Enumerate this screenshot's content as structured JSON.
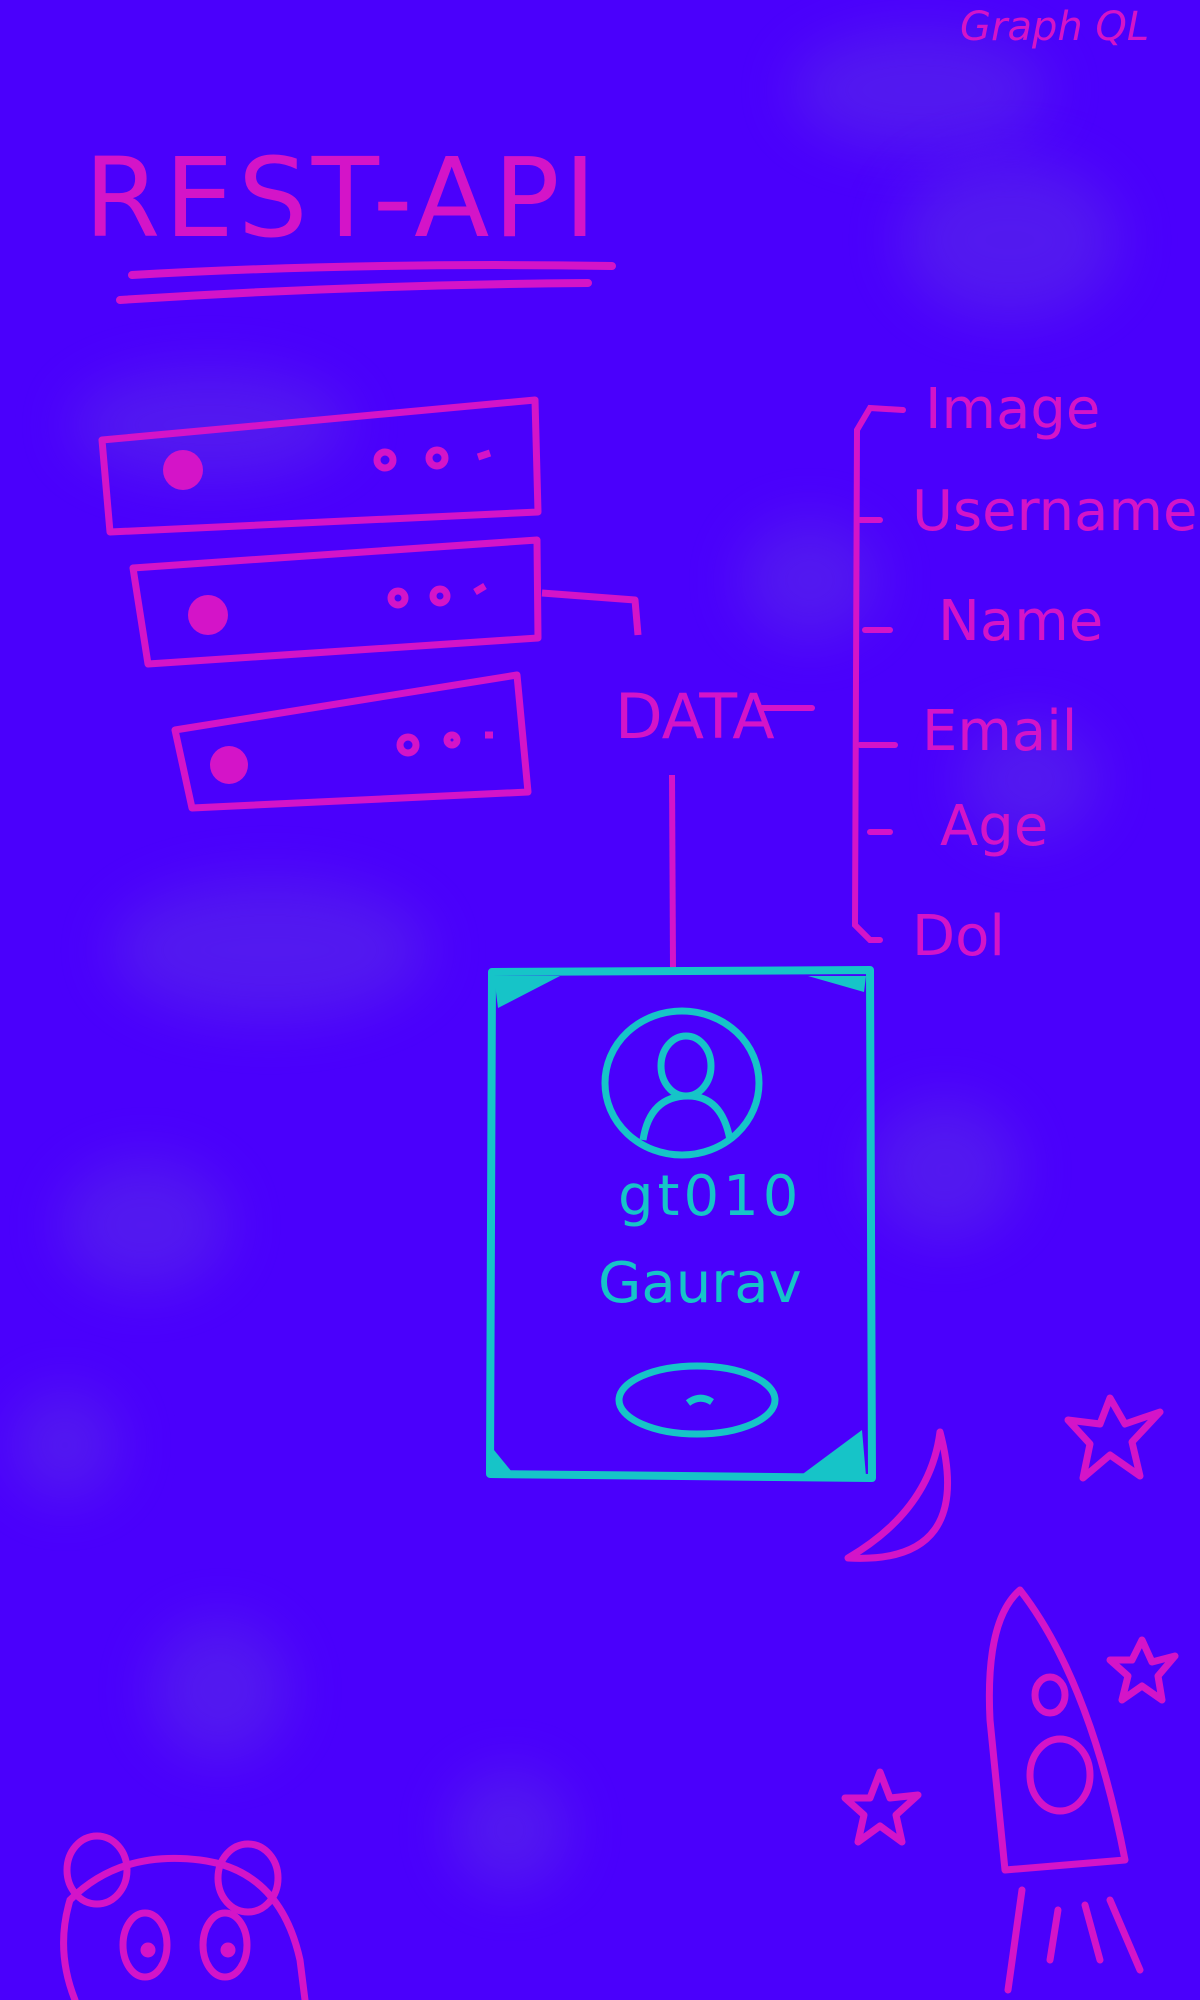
{
  "title": "REST-API",
  "corner_label": "Graph QL",
  "data_label": "DATA",
  "fields": [
    "Image",
    "Username",
    "Name",
    "Email",
    "Age",
    "Dol"
  ],
  "card": {
    "username": "gt010",
    "name": "Gaurav"
  },
  "colors": {
    "background": "#4a00fc",
    "ink": "#d414c8",
    "card_ink": "#16c4c8"
  },
  "doodles": [
    "server-stack",
    "profile-card",
    "moon",
    "stars",
    "rocket",
    "bear"
  ]
}
